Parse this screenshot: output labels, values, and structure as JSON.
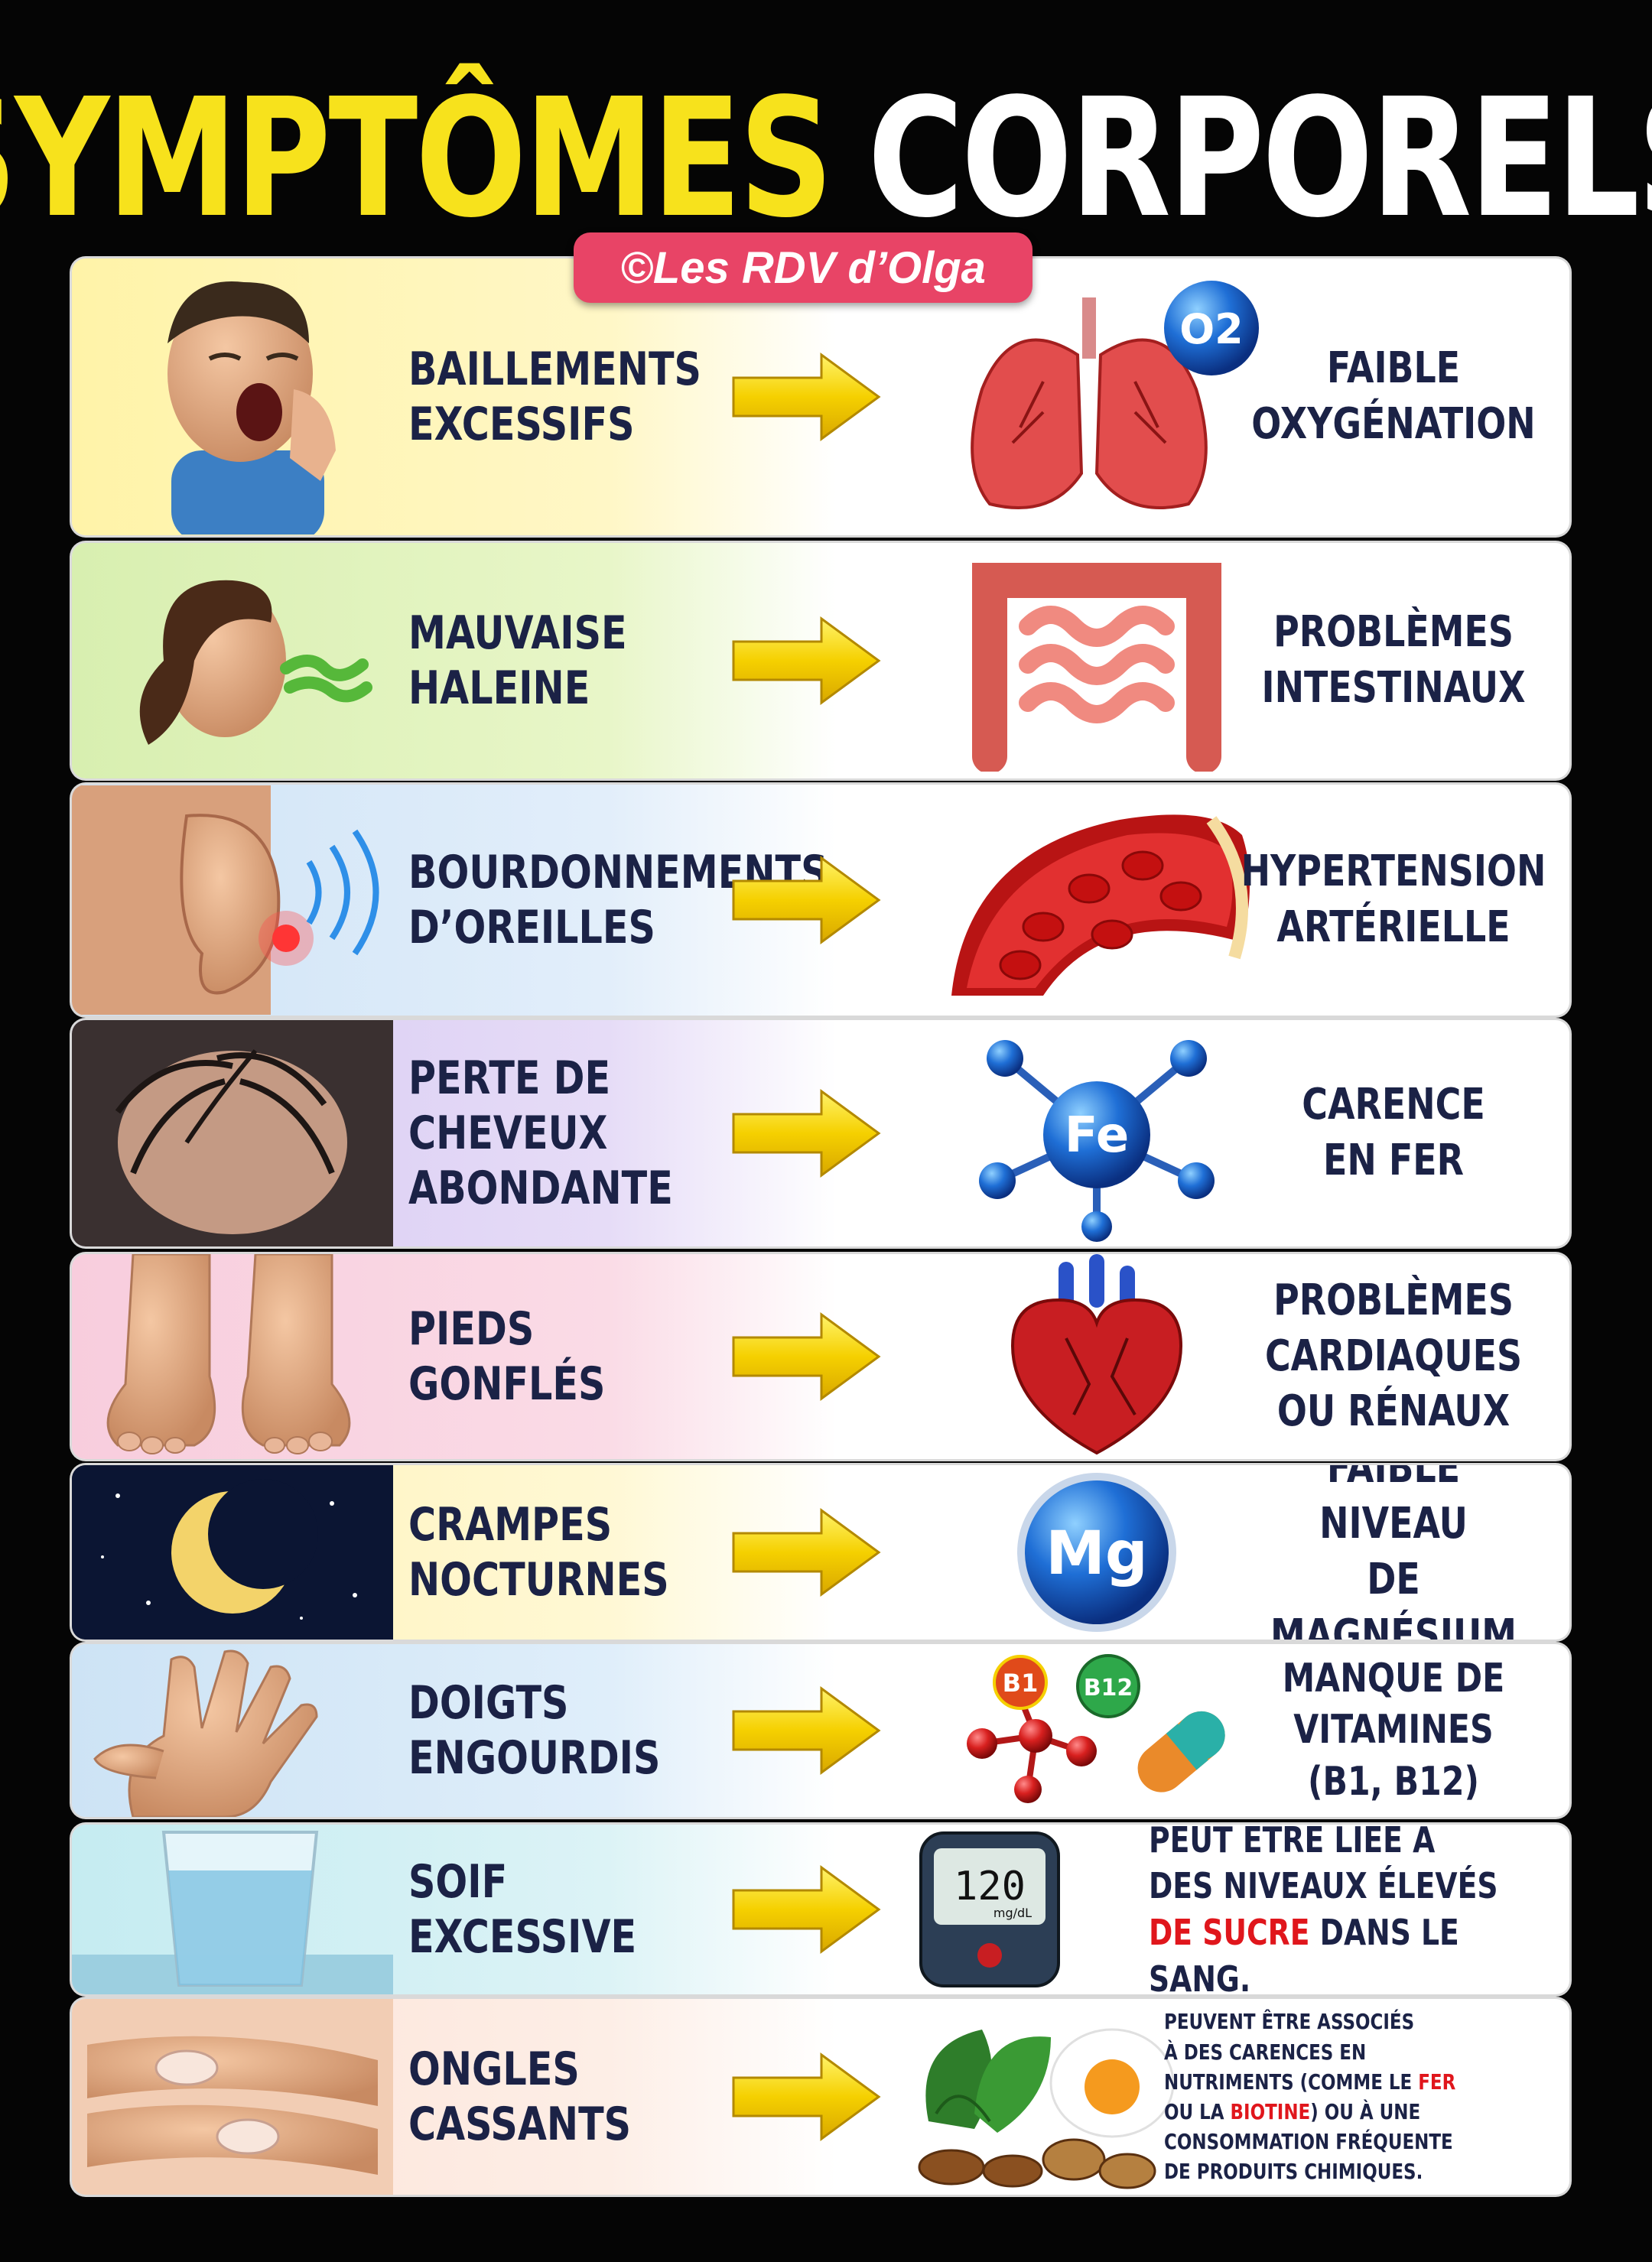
{
  "title": {
    "word1": "SYMPTÔMES",
    "word2": "CORPORELS"
  },
  "credit": "©Les RDV d’Olga",
  "colors": {
    "title_yellow": "#f7e21c",
    "credit_pink": "#e84466",
    "text_navy": "#1b2246",
    "arrow_yellow": "#f5d000",
    "highlight_red": "#e0161c"
  },
  "rows": [
    {
      "symptom": "BAILLEMENTS\nEXCESSIFS",
      "cause": "FAIBLE\nOXYGÉNATION",
      "photo_icon": "yawning-man-icon",
      "organ_icon": "lungs-icon",
      "organ_label": "O2"
    },
    {
      "symptom": "MAUVAISE\nHALEINE",
      "cause": "PROBLÈMES\nINTESTINAUX",
      "photo_icon": "bad-breath-woman-icon",
      "organ_icon": "intestines-icon"
    },
    {
      "symptom": "BOURDONNEMENTS\nD’OREILLES",
      "cause": "HYPERTENSION\nARTÉRIELLE",
      "photo_icon": "ringing-ear-icon",
      "organ_icon": "blood-vessel-icon"
    },
    {
      "symptom": "PERTE DE\nCHEVEUX\nABONDANTE",
      "cause": "CARENCE\nEN FER",
      "photo_icon": "thinning-scalp-icon",
      "organ_icon": "iron-molecule-icon",
      "organ_label": "Fe"
    },
    {
      "symptom": "PIEDS\nGONFLÉS",
      "cause": "PROBLÈMES\nCARDIAQUES\nOU RÉNAUX",
      "photo_icon": "swollen-feet-icon",
      "organ_icon": "heart-icon"
    },
    {
      "symptom": "CRAMPES\nNOCTURNES",
      "cause": "FAIBLE NIVEAU\nDE MAGNÉSIUM",
      "photo_icon": "crescent-moon-icon",
      "organ_icon": "magnesium-badge-icon",
      "organ_label": "Mg"
    },
    {
      "symptom": "DOIGTS\nENGOURDIS",
      "cause": "MANQUE DE\nVITAMINES\n(B1, B12)",
      "photo_icon": "numb-hand-icon",
      "organ_icon": "vitamins-icon",
      "organ_labels": [
        "B1",
        "B12"
      ]
    },
    {
      "symptom": "SOIF\nEXCESSIVE",
      "cause_parts": [
        "PEUT ÊTRE LIÉE À\nDES NIVEAUX ÉLEVÉS\n",
        "DE SUCRE",
        " DANS LE SANG."
      ],
      "photo_icon": "water-glass-icon",
      "organ_icon": "glucose-meter-icon",
      "meter_value": "120",
      "meter_unit": "mg/dL"
    },
    {
      "symptom": "ONGLES\nCASSANTS",
      "cause_parts": [
        "PEUVENT ÊTRE ASSOCIÉS\nÀ DES CARENCES EN\nNUTRIMENTS (COMME LE ",
        "FER",
        "\nOU LA ",
        "BIOTINE",
        ") OU À UNE\nCONSOMMATION FRÉQUENTE\nDE PRODUITS CHIMIQUES."
      ],
      "photo_icon": "brittle-nails-icon",
      "organ_icon": "nutrient-foods-icon"
    }
  ]
}
